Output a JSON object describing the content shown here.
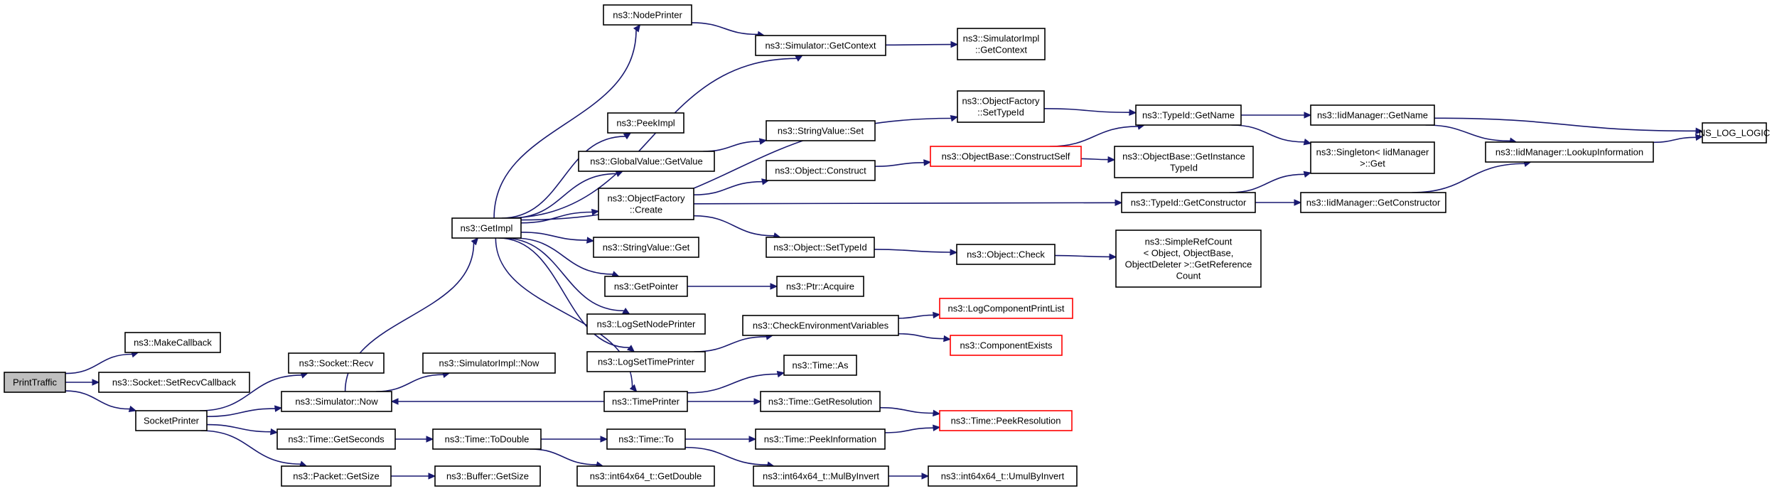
{
  "graph": {
    "nodes": [
      {
        "id": "printtraffic",
        "lines": [
          "PrintTraffic"
        ],
        "root": true
      },
      {
        "id": "makecallback",
        "lines": [
          "ns3::MakeCallback"
        ]
      },
      {
        "id": "setrecvcallback",
        "lines": [
          "ns3::Socket::SetRecvCallback"
        ]
      },
      {
        "id": "socketprinter",
        "lines": [
          "SocketPrinter"
        ]
      },
      {
        "id": "socket-recv",
        "lines": [
          "ns3::Socket::Recv"
        ]
      },
      {
        "id": "simulator-now",
        "lines": [
          "ns3::Simulator::Now"
        ]
      },
      {
        "id": "time-getseconds",
        "lines": [
          "ns3::Time::GetSeconds"
        ]
      },
      {
        "id": "packet-getsize",
        "lines": [
          "ns3::Packet::GetSize"
        ]
      },
      {
        "id": "simulatorimpl-now",
        "lines": [
          "ns3::SimulatorImpl::Now"
        ]
      },
      {
        "id": "getimpl",
        "lines": [
          "ns3::GetImpl"
        ]
      },
      {
        "id": "time-todouble",
        "lines": [
          "ns3::Time::ToDouble"
        ]
      },
      {
        "id": "buffer-getsize",
        "lines": [
          "ns3::Buffer::GetSize"
        ]
      },
      {
        "id": "nodeprinter",
        "lines": [
          "ns3::NodePrinter"
        ]
      },
      {
        "id": "peekimpl",
        "lines": [
          "ns3::PeekImpl"
        ]
      },
      {
        "id": "globalvalue-getvalue",
        "lines": [
          "ns3::GlobalValue::GetValue"
        ]
      },
      {
        "id": "objectfactory-create",
        "lines": [
          "ns3::ObjectFactory",
          "::Create"
        ]
      },
      {
        "id": "stringvalue-get",
        "lines": [
          "ns3::StringValue::Get"
        ]
      },
      {
        "id": "getpointer",
        "lines": [
          "ns3::GetPointer"
        ]
      },
      {
        "id": "logsetnodeprinter",
        "lines": [
          "ns3::LogSetNodePrinter"
        ]
      },
      {
        "id": "logsettimeprinter",
        "lines": [
          "ns3::LogSetTimePrinter"
        ]
      },
      {
        "id": "timeprinter",
        "lines": [
          "ns3::TimePrinter"
        ]
      },
      {
        "id": "time-to",
        "lines": [
          "ns3::Time::To"
        ]
      },
      {
        "id": "int64-getdouble",
        "lines": [
          "ns3::int64x64_t::GetDouble"
        ]
      },
      {
        "id": "simulator-getcontext",
        "lines": [
          "ns3::Simulator::GetContext"
        ]
      },
      {
        "id": "stringvalue-set",
        "lines": [
          "ns3::StringValue::Set"
        ]
      },
      {
        "id": "object-construct",
        "lines": [
          "ns3::Object::Construct"
        ]
      },
      {
        "id": "object-settypeid",
        "lines": [
          "ns3::Object::SetTypeId"
        ]
      },
      {
        "id": "ptr-acquire",
        "lines": [
          "ns3::Ptr::Acquire"
        ]
      },
      {
        "id": "checkenvvars",
        "lines": [
          "ns3::CheckEnvironmentVariables"
        ]
      },
      {
        "id": "time-as",
        "lines": [
          "ns3::Time::As"
        ]
      },
      {
        "id": "time-getresolution",
        "lines": [
          "ns3::Time::GetResolution"
        ]
      },
      {
        "id": "time-peekinformation",
        "lines": [
          "ns3::Time::PeekInformation"
        ]
      },
      {
        "id": "int64-mulbyinvert",
        "lines": [
          "ns3::int64x64_t::MulByInvert"
        ]
      },
      {
        "id": "simulatorimpl-getcontext",
        "lines": [
          "ns3::SimulatorImpl",
          "::GetContext"
        ]
      },
      {
        "id": "objectfactory-settypeid",
        "lines": [
          "ns3::ObjectFactory",
          "::SetTypeId"
        ]
      },
      {
        "id": "objectbase-constructself",
        "lines": [
          "ns3::ObjectBase::ConstructSelf"
        ],
        "truncated": true
      },
      {
        "id": "object-check",
        "lines": [
          "ns3::Object::Check"
        ]
      },
      {
        "id": "logcomponentprintlist",
        "lines": [
          "ns3::LogComponentPrintList"
        ],
        "truncated": true
      },
      {
        "id": "componentexists",
        "lines": [
          "ns3::ComponentExists"
        ],
        "truncated": true
      },
      {
        "id": "time-peekresolution",
        "lines": [
          "ns3::Time::PeekResolution"
        ],
        "truncated": true
      },
      {
        "id": "int64-umulbyinvert",
        "lines": [
          "ns3::int64x64_t::UmulByInvert"
        ]
      },
      {
        "id": "typeid-getname",
        "lines": [
          "ns3::TypeId::GetName"
        ]
      },
      {
        "id": "objectbase-getinstancetypeid",
        "lines": [
          "ns3::ObjectBase::GetInstance",
          "TypeId"
        ]
      },
      {
        "id": "typeid-getconstructor",
        "lines": [
          "ns3::TypeId::GetConstructor"
        ]
      },
      {
        "id": "simplerefcount-getreferencecount",
        "lines": [
          "ns3::SimpleRefCount",
          "< Object, ObjectBase,",
          "ObjectDeleter >::GetReference",
          "Count"
        ]
      },
      {
        "id": "iidmanager-getname",
        "lines": [
          "ns3::IidManager::GetName"
        ]
      },
      {
        "id": "singleton-iidmanager-get",
        "lines": [
          "ns3::Singleton< IidManager",
          ">::Get"
        ]
      },
      {
        "id": "iidmanager-getconstructor",
        "lines": [
          "ns3::IidManager::GetConstructor"
        ]
      },
      {
        "id": "iidmanager-lookupinformation",
        "lines": [
          "ns3::IidManager::LookupInformation"
        ]
      },
      {
        "id": "ns-log-logic",
        "lines": [
          "NS_LOG_LOGIC"
        ]
      }
    ],
    "edges": [
      [
        "printtraffic",
        "makecallback"
      ],
      [
        "printtraffic",
        "setrecvcallback"
      ],
      [
        "printtraffic",
        "socketprinter"
      ],
      [
        "socketprinter",
        "socket-recv"
      ],
      [
        "socketprinter",
        "simulator-now"
      ],
      [
        "socketprinter",
        "time-getseconds"
      ],
      [
        "socketprinter",
        "packet-getsize"
      ],
      [
        "simulator-now",
        "simulatorimpl-now"
      ],
      [
        "simulator-now",
        "getimpl"
      ],
      [
        "time-getseconds",
        "time-todouble"
      ],
      [
        "packet-getsize",
        "buffer-getsize"
      ],
      [
        "getimpl",
        "nodeprinter"
      ],
      [
        "getimpl",
        "simulator-getcontext"
      ],
      [
        "getimpl",
        "objectfactory-settypeid"
      ],
      [
        "getimpl",
        "peekimpl"
      ],
      [
        "getimpl",
        "globalvalue-getvalue"
      ],
      [
        "getimpl",
        "objectfactory-create"
      ],
      [
        "getimpl",
        "stringvalue-get"
      ],
      [
        "getimpl",
        "getpointer"
      ],
      [
        "getimpl",
        "logsetnodeprinter"
      ],
      [
        "getimpl",
        "logsettimeprinter"
      ],
      [
        "getimpl",
        "timeprinter"
      ],
      [
        "time-todouble",
        "time-to"
      ],
      [
        "time-todouble",
        "int64-getdouble"
      ],
      [
        "nodeprinter",
        "simulator-getcontext"
      ],
      [
        "globalvalue-getvalue",
        "stringvalue-set"
      ],
      [
        "objectfactory-create",
        "object-construct"
      ],
      [
        "objectfactory-create",
        "typeid-getconstructor"
      ],
      [
        "objectfactory-create",
        "object-settypeid"
      ],
      [
        "getpointer",
        "ptr-acquire"
      ],
      [
        "logsettimeprinter",
        "checkenvvars"
      ],
      [
        "timeprinter",
        "simulator-now"
      ],
      [
        "timeprinter",
        "time-as"
      ],
      [
        "timeprinter",
        "time-getresolution"
      ],
      [
        "time-to",
        "time-peekinformation"
      ],
      [
        "time-to",
        "int64-mulbyinvert"
      ],
      [
        "simulator-getcontext",
        "simulatorimpl-getcontext"
      ],
      [
        "objectfactory-settypeid",
        "typeid-getname"
      ],
      [
        "object-construct",
        "objectbase-constructself"
      ],
      [
        "object-settypeid",
        "object-check"
      ],
      [
        "checkenvvars",
        "logcomponentprintlist"
      ],
      [
        "checkenvvars",
        "componentexists"
      ],
      [
        "time-getresolution",
        "time-peekresolution"
      ],
      [
        "time-peekinformation",
        "time-peekresolution"
      ],
      [
        "int64-mulbyinvert",
        "int64-umulbyinvert"
      ],
      [
        "objectbase-constructself",
        "typeid-getname"
      ],
      [
        "objectbase-constructself",
        "objectbase-getinstancetypeid"
      ],
      [
        "object-check",
        "simplerefcount-getreferencecount"
      ],
      [
        "typeid-getname",
        "iidmanager-getname"
      ],
      [
        "typeid-getname",
        "singleton-iidmanager-get"
      ],
      [
        "typeid-getconstructor",
        "singleton-iidmanager-get"
      ],
      [
        "typeid-getconstructor",
        "iidmanager-getconstructor"
      ],
      [
        "iidmanager-getname",
        "iidmanager-lookupinformation"
      ],
      [
        "iidmanager-getname",
        "ns-log-logic"
      ],
      [
        "iidmanager-getconstructor",
        "iidmanager-lookupinformation"
      ],
      [
        "iidmanager-lookupinformation",
        "ns-log-logic"
      ]
    ]
  }
}
